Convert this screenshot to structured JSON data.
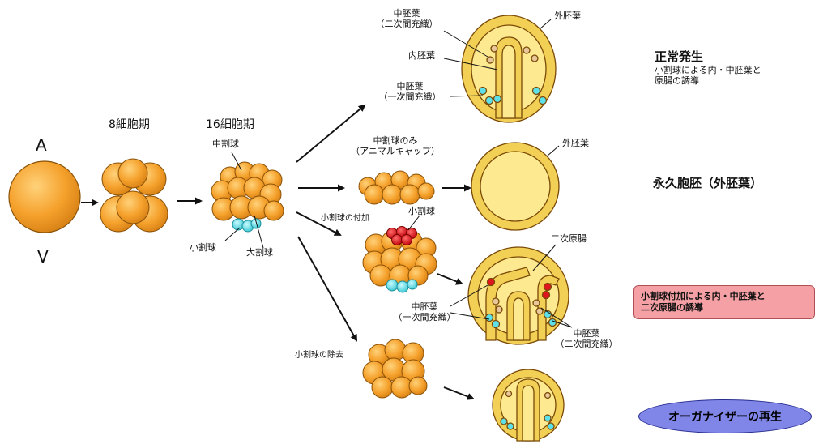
{
  "axis": {
    "animal": "A",
    "vegetal": "V"
  },
  "stages": {
    "eight_cell": "8細胞期",
    "sixteen_cell": "16細胞期"
  },
  "cell_labels": {
    "mesomere": "中割球",
    "micromere": "小割球",
    "macromere": "大割球"
  },
  "normal_embryo": {
    "mesoderm2_line1": "中胚葉",
    "mesoderm2_line2": "（二次間充織）",
    "endoderm": "内胚葉",
    "mesoderm1_line1": "中胚葉",
    "mesoderm1_line2": "（一次間充織）",
    "ectoderm": "外胚葉"
  },
  "animal_cap": {
    "title_line1": "中割球のみ",
    "title_line2": "（アニマルキャップ）",
    "ectoderm": "外胚葉"
  },
  "transplant": {
    "add_label": "小割球の付加",
    "micromere": "小割球",
    "secondary_gut": "二次原腸",
    "mesoderm1_line1": "中胚葉",
    "mesoderm1_line2": "（一次間充織）",
    "mesoderm2_line1": "中胚葉",
    "mesoderm2_line2": "（二次間充織）"
  },
  "removal": {
    "label": "小割球の除去"
  },
  "outcomes": {
    "normal_title": "正常発生",
    "normal_desc_line1": "小割球による内・中胚葉と",
    "normal_desc_line2": "原腸の誘導",
    "permanent_blastula": "永久胞胚（外胚葉）",
    "induction_line1": "小割球付加による内・中胚葉と",
    "induction_line2": "二次原腸の誘導",
    "regeneration": "オーガナイザーの再生"
  },
  "colors": {
    "cell_orange": "#f5a12c",
    "embryo_yellow": "#f2cf55",
    "outline": "#7a4a08",
    "micromere_cyan": "#5ee0e8",
    "micromere_red": "#e0141c",
    "mesoderm_tan": "#e8c79a",
    "pink_badge": "#f5a0a4",
    "blue_badge": "#7f86e8"
  }
}
